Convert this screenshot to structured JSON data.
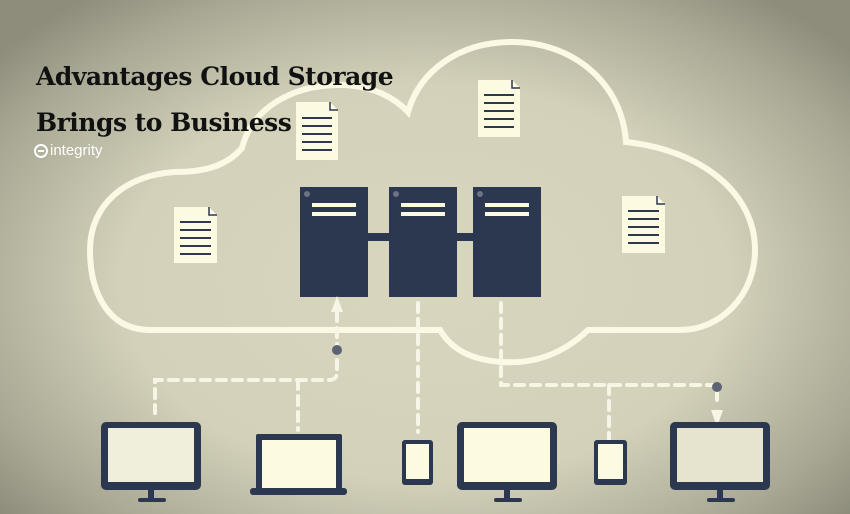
{
  "title": {
    "line1": "Advantages Cloud Storage",
    "line2": "Brings to Business"
  },
  "logo": {
    "text": "integrity"
  },
  "colors": {
    "server": "#2b3850",
    "cloud": "#fdfbe4",
    "paper": "#fdfae2",
    "dash": "#f7f5e6",
    "dot": "#5c6372"
  }
}
